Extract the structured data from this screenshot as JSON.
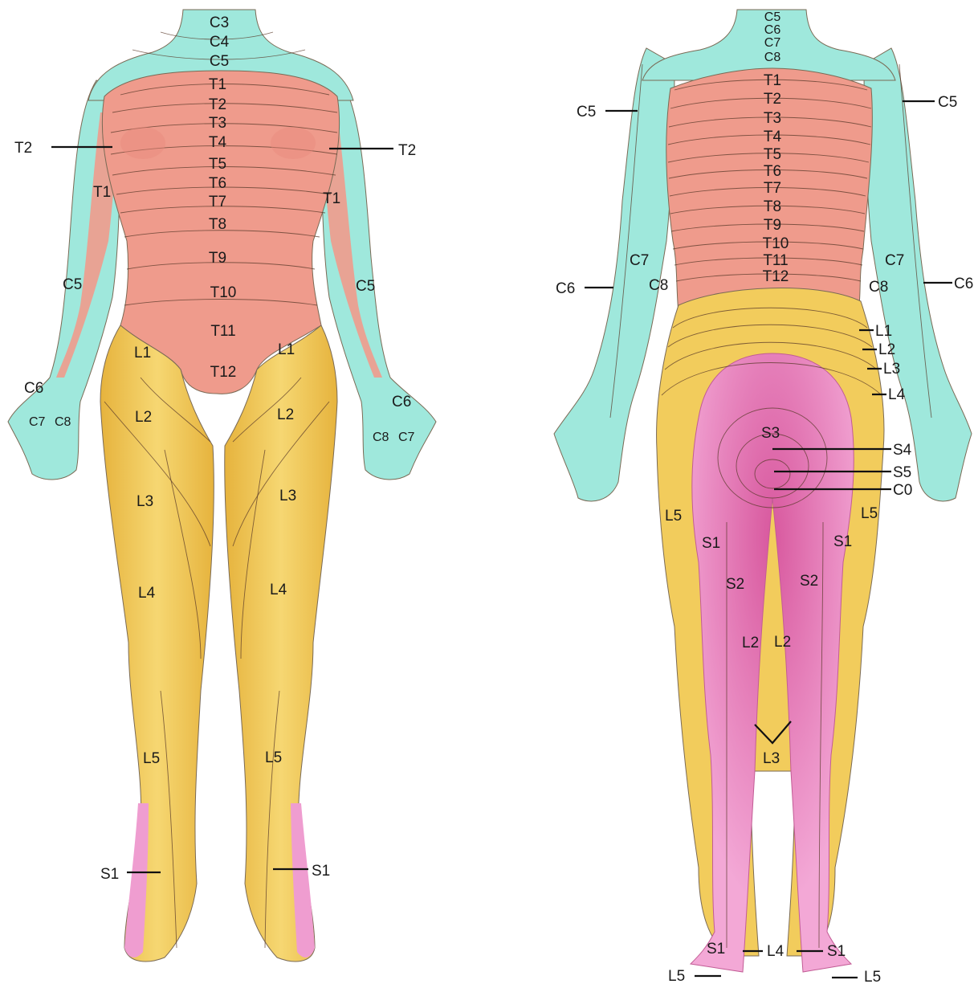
{
  "colors": {
    "cervical": "#9fe8dc",
    "thoracic": "#ef9b8c",
    "lumbar": "#f2cc5c",
    "sacral": "#ef9dd0",
    "line": "#5a3a2a"
  },
  "anterior": {
    "neck_levels": [
      "C3",
      "C4",
      "C5"
    ],
    "trunk_levels": [
      "T1",
      "T2",
      "T3",
      "T4",
      "T5",
      "T6",
      "T7",
      "T8",
      "T9",
      "T10",
      "T11",
      "T12"
    ],
    "callouts": {
      "t2_left": "T2",
      "t2_right": "T2",
      "t1_left": "T1",
      "t1_right": "T1",
      "c5_left": "C5",
      "c5_right": "C5",
      "c6_left": "C6",
      "c6_right": "C6",
      "c7_left": "C7",
      "c8_left": "C8",
      "c8_right": "C8",
      "c7_right": "C7",
      "l1_left": "L1",
      "l1_right": "L1",
      "l2_left": "L2",
      "l2_right": "L2",
      "l3_left": "L3",
      "l3_right": "L3",
      "l4_left": "L4",
      "l4_right": "L4",
      "l5_left": "L5",
      "l5_right": "L5",
      "s1_left": "S1",
      "s1_right": "S1"
    }
  },
  "posterior": {
    "neck_levels": [
      "C5",
      "C6",
      "C7",
      "C8"
    ],
    "back_levels": [
      "T1",
      "T2",
      "T3",
      "T4",
      "T5",
      "T6",
      "T7",
      "T8",
      "T9",
      "T10",
      "T11",
      "T12"
    ],
    "callouts": {
      "c5_left": "C5",
      "c5_right": "C5",
      "c7_left": "C7",
      "c7_right": "C7",
      "c6_left": "C6",
      "c6_right": "C6",
      "c8_left": "C8",
      "c8_right": "C8",
      "l1": "L1",
      "l2": "L2",
      "l3": "L3",
      "l4": "L4",
      "s3": "S3",
      "s4": "S4",
      "s5": "S5",
      "co": "C0",
      "l5_left": "L5",
      "l5_right": "L5",
      "s1_left": "S1",
      "s1_right": "S1",
      "s2_left": "S2",
      "s2_right": "S2",
      "l2_left": "L2",
      "l2_right": "L2",
      "l3_calf": "L3",
      "s1_foot_left": "S1",
      "l4_foot": "L4",
      "s1_foot_right": "S1",
      "l5_foot_left": "L5",
      "l5_foot_right": "L5"
    }
  }
}
